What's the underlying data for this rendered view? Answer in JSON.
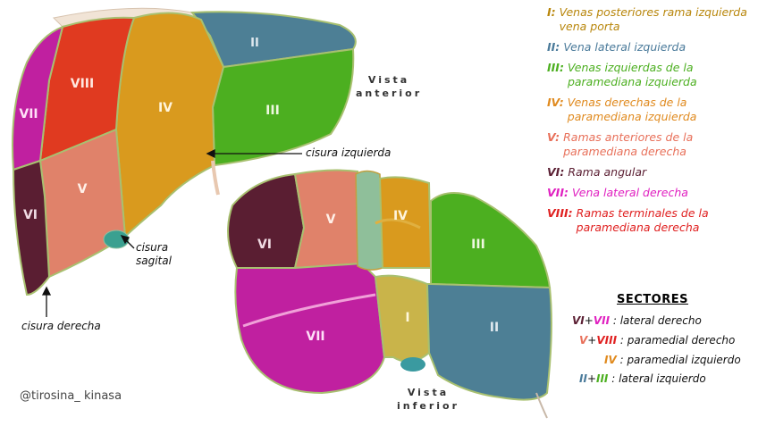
{
  "legend": [
    {
      "num": "I",
      "text": "Venas posteriores rama izquierda vena porta",
      "color": "#b8860b"
    },
    {
      "num": "II",
      "text": "Vena lateral izquierda",
      "color": "#4a7a9a"
    },
    {
      "num": "III",
      "text": "Venas izquierdas de la paramediana izquierda",
      "color": "#4caf20"
    },
    {
      "num": "IV",
      "text": "Venas derechas de la paramediana izquierda",
      "color": "#e08a1e"
    },
    {
      "num": "V",
      "text": "Ramas anteriores de la paramediana derecha",
      "color": "#e8705a"
    },
    {
      "num": "VI",
      "text": "Rama angular",
      "color": "#5a1e32"
    },
    {
      "num": "VII",
      "text": "Vena lateral derecha",
      "color": "#e020c0"
    },
    {
      "num": "VIII",
      "text": "Ramas terminales de la paramediana derecha",
      "color": "#e02020"
    }
  ],
  "sectores": {
    "title": "SECTORES",
    "items": [
      {
        "a": "VI",
        "b": "VII",
        "text": ": lateral derecho",
        "a_color": "#5a1e32",
        "b_color": "#e020c0"
      },
      {
        "a": "V",
        "b": "VIII",
        "text": ": paramedial derecho",
        "a_color": "#e8705a",
        "b_color": "#e02020"
      },
      {
        "a": "IV",
        "b": "",
        "text": ": paramedial izquierdo",
        "a_color": "#e08a1e",
        "b_color": ""
      },
      {
        "a": "II",
        "b": "III",
        "text": ": lateral izquierdo",
        "a_color": "#4a7a9a",
        "b_color": "#4caf20"
      }
    ]
  },
  "anterior": {
    "vista_line1": "Vista",
    "vista_line2": "anterior",
    "labels": {
      "II": "II",
      "III": "III",
      "IV": "IV",
      "V": "V",
      "VI": "VI",
      "VII": "VII",
      "VIII": "VIII"
    }
  },
  "inferior": {
    "vista_line1": "Vista",
    "vista_line2": "inferior",
    "labels": {
      "I": "I",
      "II": "II",
      "III": "III",
      "IV": "IV",
      "V": "V",
      "VI": "VI",
      "VII": "VII"
    }
  },
  "annotations": {
    "cisura_izquierda": "cisura izquierda",
    "cisura_sagital_1": "cisura",
    "cisura_sagital_2": "sagital",
    "cisura_derecha": "cisura derecha"
  },
  "watermark": "@tirosina_ kinasa",
  "colors": {
    "seg_I": "#c9b44a",
    "seg_II": "#4d7f95",
    "seg_III": "#4caf20",
    "seg_IV": "#d99a1e",
    "seg_V": "#e0826a",
    "seg_VI": "#5a1e32",
    "seg_VII": "#c020a0",
    "seg_VIII": "#e03a20"
  }
}
